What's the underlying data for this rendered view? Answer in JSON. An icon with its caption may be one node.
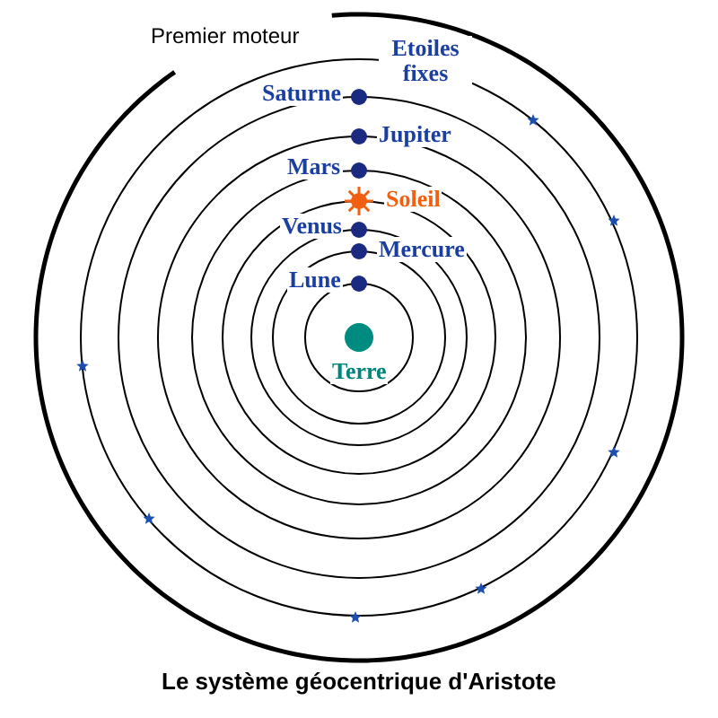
{
  "diagram": {
    "caption": "Le système géocentrique d'Aristote",
    "nodes": [
      {
        "text": [
          "Terre"
        ]
      },
      {
        "text": [
          "Lune"
        ]
      },
      {
        "text": [
          "Mercure"
        ]
      },
      {
        "text": [
          "Venus"
        ]
      },
      {
        "text": [
          "Soleil"
        ]
      },
      {
        "text": [
          "Mars"
        ]
      },
      {
        "text": [
          "Jupiter"
        ]
      },
      {
        "text": [
          "Saturne"
        ]
      }
    ],
    "labels": [
      "Etoiles fixes",
      "Premier moteur"
    ]
  }
}
